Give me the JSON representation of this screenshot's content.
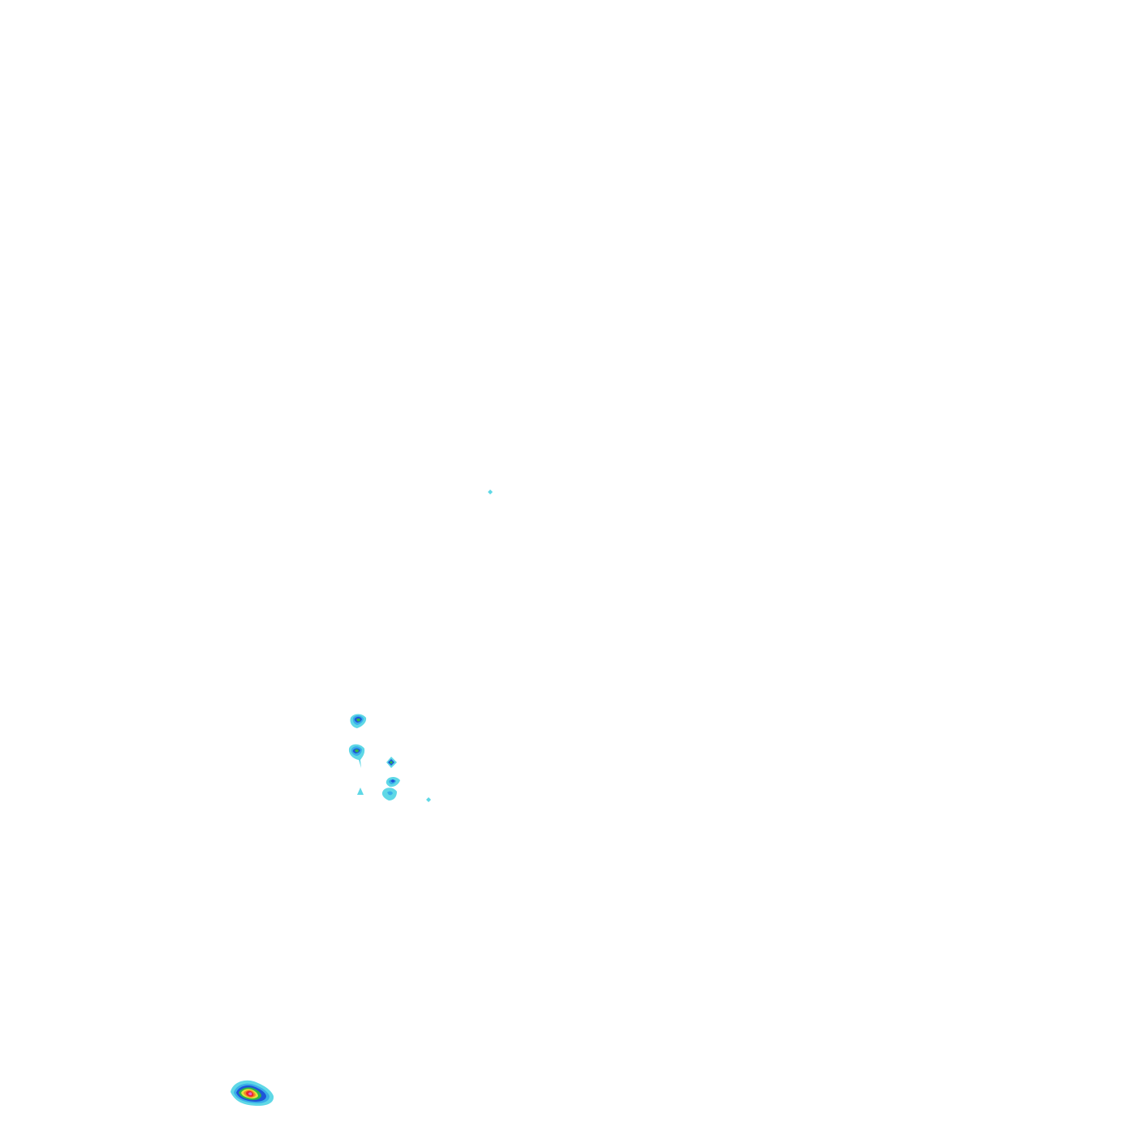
{
  "map": {
    "background": "#ffffff",
    "palette": {
      "cyan": "#5fd8e6",
      "light_blue": "#3aaee8",
      "blue": "#1e55d8",
      "green": "#2fb84a",
      "yellow": "#e8e23a",
      "orange": "#f08a2a",
      "red": "#e82a2a",
      "magenta": "#e860c8"
    },
    "blobs": [
      {
        "id": "speck-upper",
        "levels": 1
      },
      {
        "id": "cluster-a",
        "levels": 4
      },
      {
        "id": "cluster-b",
        "levels": 4
      },
      {
        "id": "cluster-c",
        "levels": 3
      },
      {
        "id": "cluster-d",
        "levels": 3
      },
      {
        "id": "cluster-e",
        "levels": 2
      },
      {
        "id": "cluster-f",
        "levels": 1
      },
      {
        "id": "speck-right",
        "levels": 1
      },
      {
        "id": "hotspot-bottom",
        "levels": 8
      }
    ]
  }
}
